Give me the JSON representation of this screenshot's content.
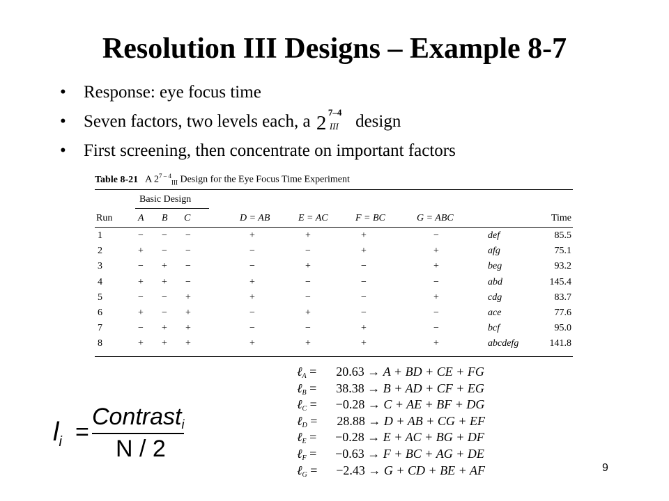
{
  "title": "Resolution III Designs – Example 8-7",
  "bullets": [
    {
      "text": "Response: eye focus time"
    },
    {
      "before": "Seven factors, two levels each, a ",
      "base": "2",
      "sup": "7–4",
      "sub": "III",
      "after": " design"
    },
    {
      "text": "First screening, then concentrate on important factors"
    }
  ],
  "table": {
    "label": "Table 8-21",
    "caption_pre": "A 2",
    "caption_sup": "7 – 4",
    "caption_sub": "III",
    "caption_post": " Design for the Eye Focus Time Experiment",
    "group_header": "Basic Design",
    "headers": [
      "Run",
      "A",
      "B",
      "C",
      "D = AB",
      "E = AC",
      "F = BC",
      "G = ABC",
      "Time"
    ],
    "rows": [
      {
        "run": "1",
        "signs": [
          "−",
          "−",
          "−",
          "+",
          "+",
          "+",
          "−"
        ],
        "combo": "def",
        "time": "85.5"
      },
      {
        "run": "2",
        "signs": [
          "+",
          "−",
          "−",
          "−",
          "−",
          "+",
          "+"
        ],
        "combo": "afg",
        "time": "75.1"
      },
      {
        "run": "3",
        "signs": [
          "−",
          "+",
          "−",
          "−",
          "+",
          "−",
          "+"
        ],
        "combo": "beg",
        "time": "93.2"
      },
      {
        "run": "4",
        "signs": [
          "+",
          "+",
          "−",
          "+",
          "−",
          "−",
          "−"
        ],
        "combo": "abd",
        "time": "145.4"
      },
      {
        "run": "5",
        "signs": [
          "−",
          "−",
          "+",
          "+",
          "−",
          "−",
          "+"
        ],
        "combo": "cdg",
        "time": "83.7"
      },
      {
        "run": "6",
        "signs": [
          "+",
          "−",
          "+",
          "−",
          "+",
          "−",
          "−"
        ],
        "combo": "ace",
        "time": "77.6"
      },
      {
        "run": "7",
        "signs": [
          "−",
          "+",
          "+",
          "−",
          "−",
          "+",
          "−"
        ],
        "combo": "bcf",
        "time": "95.0"
      },
      {
        "run": "8",
        "signs": [
          "+",
          "+",
          "+",
          "+",
          "+",
          "+",
          "+"
        ],
        "combo": "abcdefg",
        "time": "141.8"
      }
    ]
  },
  "effects": [
    {
      "letter": "ℓ",
      "sub": "A",
      "eq": "=",
      "value": "20.63",
      "arrow": "→",
      "alias": "A + BD + CE + FG"
    },
    {
      "letter": "ℓ",
      "sub": "B",
      "eq": "=",
      "value": "38.38",
      "arrow": "→",
      "alias": "B + AD + CF + EG"
    },
    {
      "letter": "ℓ",
      "sub": "C",
      "eq": "=",
      "value": "−0.28",
      "arrow": "→",
      "alias": "C + AE + BF + DG"
    },
    {
      "letter": "ℓ",
      "sub": "D",
      "eq": "=",
      "value": "28.88",
      "arrow": "→",
      "alias": "D + AB + CG + EF"
    },
    {
      "letter": "ℓ",
      "sub": "E",
      "eq": "=",
      "value": "−0.28",
      "arrow": "→",
      "alias": "E + AC + BG + DF"
    },
    {
      "letter": "ℓ",
      "sub": "F",
      "eq": "=",
      "value": "−0.63",
      "arrow": "→",
      "alias": "F + BC + AG + DE"
    },
    {
      "letter": "ℓ",
      "sub": "G",
      "eq": "=",
      "value": "−2.43",
      "arrow": "→",
      "alias": "G + CD + BE + AF"
    }
  ],
  "formula": {
    "lhs": "l",
    "lhs_sub": "i",
    "eq": "=",
    "numerator": "Contrast",
    "numerator_sub": "i",
    "denominator": "N / 2"
  },
  "page_number": "9"
}
